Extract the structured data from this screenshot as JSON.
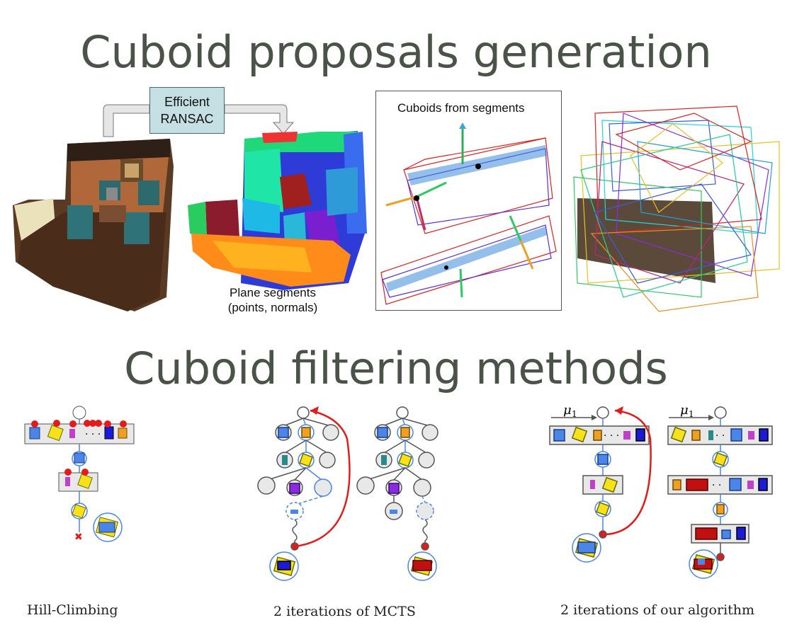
{
  "headings": {
    "proposals": "Cuboid proposals generation",
    "filtering": "Cuboid filtering methods"
  },
  "proposals_panel": {
    "ransac_line1": "Efficient",
    "ransac_line2": "RANSAC",
    "segments_line1": "Plane segments",
    "segments_line2": "(points, normals)",
    "cuboids_title": "Cuboids from segments"
  },
  "filtering_panel": {
    "hill_climbing": "Hill-Climbing",
    "mcts": "2 iterations of MCTS",
    "ours": "2 iterations of our algorithm",
    "mu_symbol": "μ",
    "mu_subscript": "1"
  },
  "colors": {
    "heading": "#4a5347",
    "tree_blue": "#4a86e8",
    "highlight_red": "#e21b1b",
    "node_gray": "#e8e8e8"
  }
}
